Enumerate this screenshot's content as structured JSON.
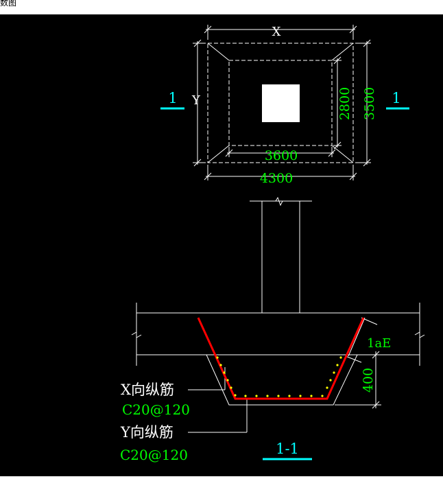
{
  "window": {
    "title": "数图"
  },
  "plan": {
    "x_label": "X",
    "y_label": "Y",
    "dim_outer_width": "4300",
    "dim_inner_width": "3600",
    "dim_inner_height": "2800",
    "dim_outer_height": "3500"
  },
  "section_mark": {
    "left": "1",
    "right": "1"
  },
  "section": {
    "title": "1-1",
    "lae_label": "1aE",
    "depth_dim": "400",
    "x_rebar_label": "X向纵筋",
    "x_rebar_spec": "C20@120",
    "y_rebar_label": "Y向纵筋",
    "y_rebar_spec": "C20@120"
  },
  "colors": {
    "background": "#000000",
    "lines": "#ffffff",
    "dimension_text": "#00ff00",
    "section_mark": "#00ffff",
    "rebar": "#ff0000",
    "rebar_dots": "#ffff00"
  }
}
